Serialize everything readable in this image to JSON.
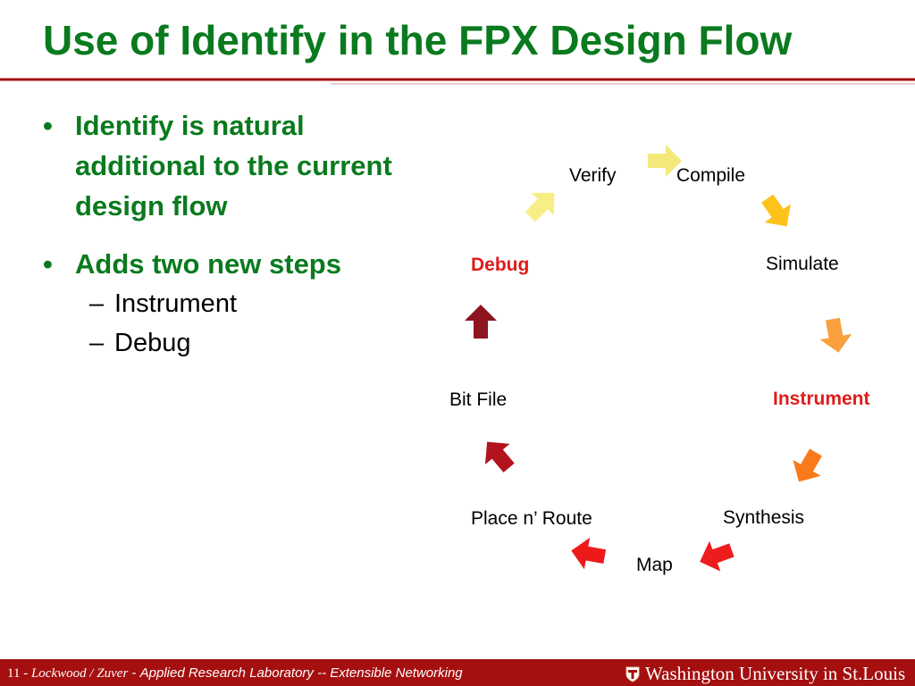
{
  "title": "Use of Identify in the FPX Design Flow",
  "bullets": [
    {
      "marker": "•",
      "text": "Identify is natural additional to the current design flow",
      "subitems": []
    },
    {
      "marker": "•",
      "text": "Adds two new steps",
      "subitems": [
        {
          "marker": "–",
          "text": "Instrument"
        },
        {
          "marker": "–",
          "text": "Debug"
        }
      ]
    }
  ],
  "cycle": {
    "steps": [
      {
        "label": "Verify",
        "highlight": false
      },
      {
        "label": "Compile",
        "highlight": false
      },
      {
        "label": "Simulate",
        "highlight": false
      },
      {
        "label": "Instrument",
        "highlight": true
      },
      {
        "label": "Synthesis",
        "highlight": false
      },
      {
        "label": "Map",
        "highlight": false
      },
      {
        "label": "Place n’ Route",
        "highlight": false
      },
      {
        "label": "Bit File",
        "highlight": false
      },
      {
        "label": "Debug",
        "highlight": true
      }
    ],
    "highlight_color": "#e01b1b",
    "arrow_colors": [
      "#f3e97a",
      "#f7ef85",
      "#ffc21a",
      "#f9a03c",
      "#f97a1a",
      "#ee1c1c",
      "#ee1a1a",
      "#b3131c",
      "#8e1420"
    ]
  },
  "footer": {
    "page_number": "11",
    "sep1": " - ",
    "authors": "Lockwood / Zuver",
    "sep2": " - ",
    "lab": "Applied Research Laboratory -- Extensible Networking",
    "university": "Washington University in St.Louis"
  },
  "colors": {
    "title": "#0a7a1e",
    "footer_bg": "#a50f0f",
    "rule": "#a50f0f"
  }
}
